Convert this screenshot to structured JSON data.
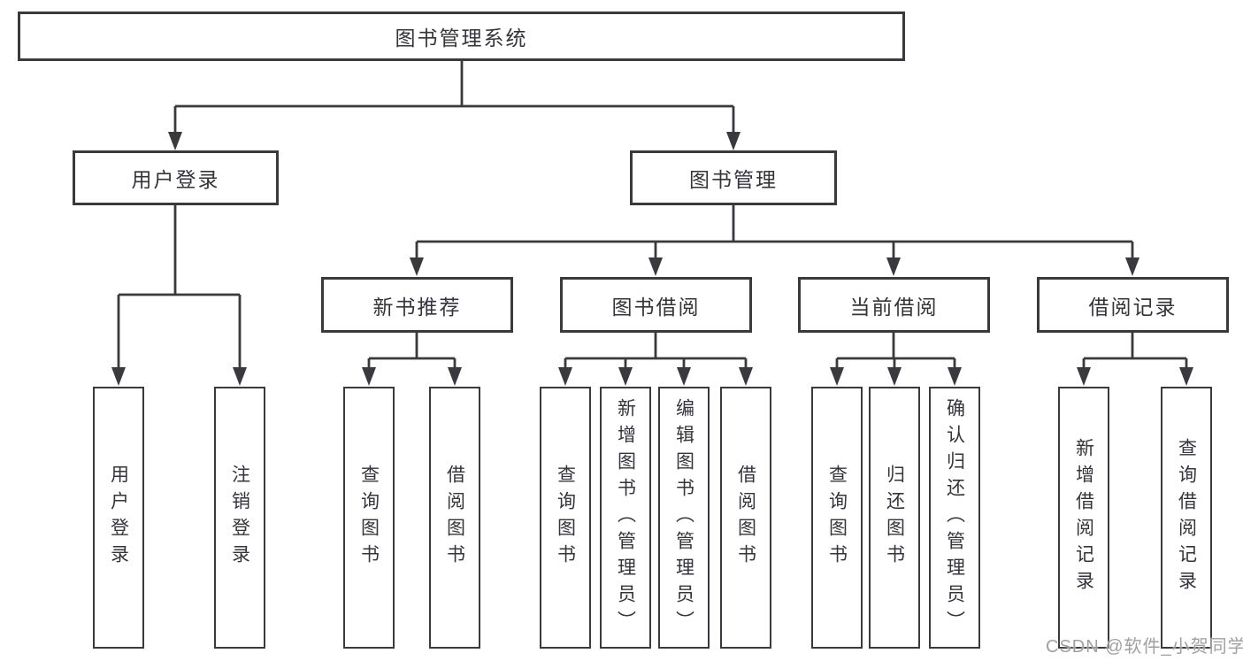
{
  "diagram": {
    "title": "图书管理系统",
    "root": {
      "label": "图书管理系统"
    },
    "level2": [
      {
        "label": "用户登录"
      },
      {
        "label": "图书管理"
      }
    ],
    "level3": [
      {
        "label": "新书推荐"
      },
      {
        "label": "图书借阅"
      },
      {
        "label": "当前借阅"
      },
      {
        "label": "借阅记录"
      }
    ],
    "leaves": [
      {
        "label": "用户登录"
      },
      {
        "label": "注销登录"
      },
      {
        "label": "查询图书"
      },
      {
        "label": "借阅图书"
      },
      {
        "label": "查询图书"
      },
      {
        "label": "新增图书（管理员）"
      },
      {
        "label": "编辑图书（管理员）"
      },
      {
        "label": "借阅图书"
      },
      {
        "label": "查询图书"
      },
      {
        "label": "归还图书"
      },
      {
        "label": "确认归还（管理员）"
      },
      {
        "label": "新增借阅记录"
      },
      {
        "label": "查询借阅记录"
      }
    ],
    "watermark": "CSDN @软件_小贺同学",
    "colors": {
      "line": "#3a3a3e",
      "text": "#34343c",
      "box_background": "#ffffff",
      "page_background": "#ffffff",
      "watermark": "#a0a0a0"
    }
  }
}
